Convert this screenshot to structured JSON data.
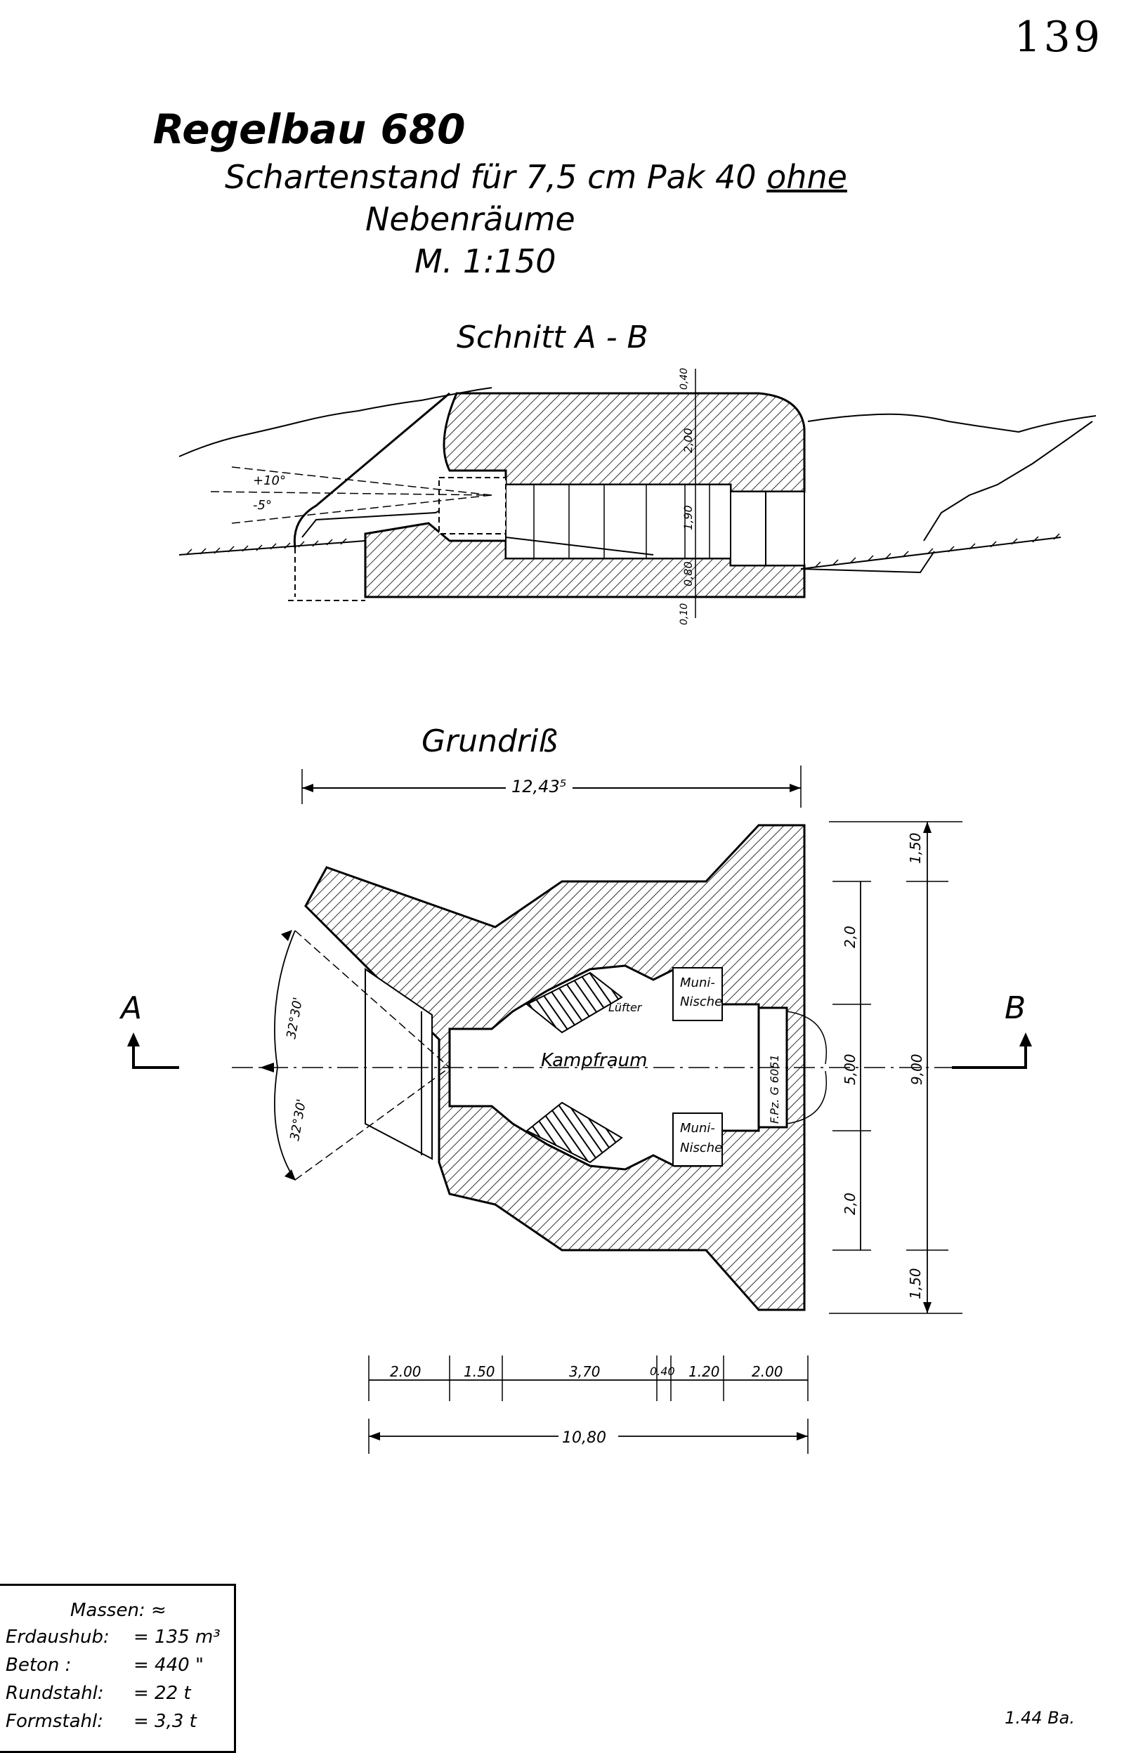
{
  "page_number": "139",
  "title": {
    "line1": "Regelbau 680",
    "line2_prefix": "Schartenstand für 7,5 cm Pak 40 ",
    "line2_underlined": "ohne",
    "line3": "Nebenräume",
    "line4": "M. 1:150"
  },
  "section": {
    "heading": "Schnitt A - B",
    "angle_up": "+10°",
    "angle_down": "-5°",
    "dims": [
      "0,40",
      "2,00",
      "1,90",
      "0,80",
      "0,10"
    ]
  },
  "plan": {
    "heading": "Grundriß",
    "width_top": "12,43⁵",
    "room": "Kampfraum",
    "niche_top": [
      "Muni-",
      "Nische"
    ],
    "niche_bottom": [
      "Muni-",
      "Nische"
    ],
    "lufter": "Lüfter",
    "door": "F.Pz. G 6051",
    "marker_a": "A",
    "marker_b": "B",
    "angle_top": "32°30'",
    "angle_bottom": "32°30'",
    "right_dims_outer": [
      "1,50",
      "9,00",
      "1,50"
    ],
    "right_dims_inner": [
      "2,0",
      "5,00",
      "2,0"
    ],
    "bottom_dims": [
      "2.00",
      "1.50",
      "3,70",
      "0.40",
      "1.20",
      "2.00"
    ],
    "bottom_total": "10,80"
  },
  "masses": {
    "heading": "Massen: ≈",
    "rows": [
      {
        "label": "Erdaushub:",
        "value": "= 135 m³"
      },
      {
        "label": "Beton     :",
        "value": "= 440 \""
      },
      {
        "label": "Rundstahl:",
        "value": "=  22 t"
      },
      {
        "label": "Formstahl:",
        "value": "=  3,3 t"
      }
    ]
  },
  "signature": "1.44 Ba."
}
